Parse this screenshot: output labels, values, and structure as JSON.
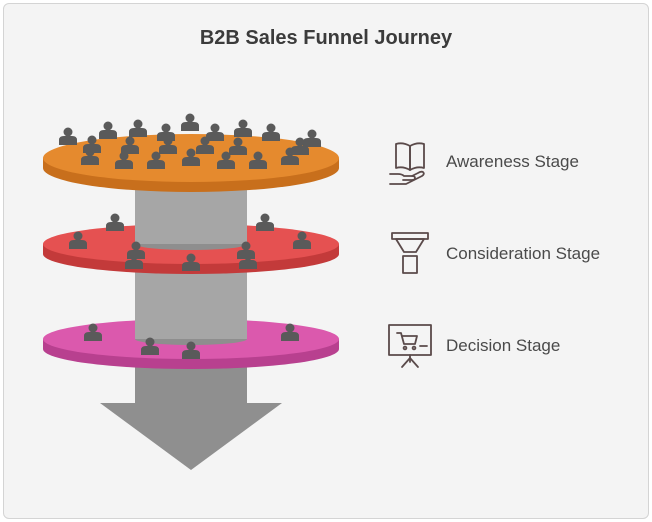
{
  "title": "B2B Sales Funnel Journey",
  "stages": [
    {
      "label": "Awareness Stage",
      "icon": "open-book-hand-icon",
      "color": "#e58a2e",
      "dark": "#c86f1c",
      "people": 22
    },
    {
      "label": "Consideration Stage",
      "icon": "funnel-filter-icon",
      "color": "#e55151",
      "dark": "#c33a3a",
      "people": 9
    },
    {
      "label": "Decision Stage",
      "icon": "shopping-cart-board-icon",
      "color": "#db59ad",
      "dark": "#b8408f",
      "people": 4
    }
  ],
  "colors": {
    "pillar": "#a6a6a6",
    "pillar_dark": "#8e8e8e",
    "arrow": "#8f8f8f",
    "person": "#5a5a5a",
    "icon": "#5a4a4a"
  }
}
